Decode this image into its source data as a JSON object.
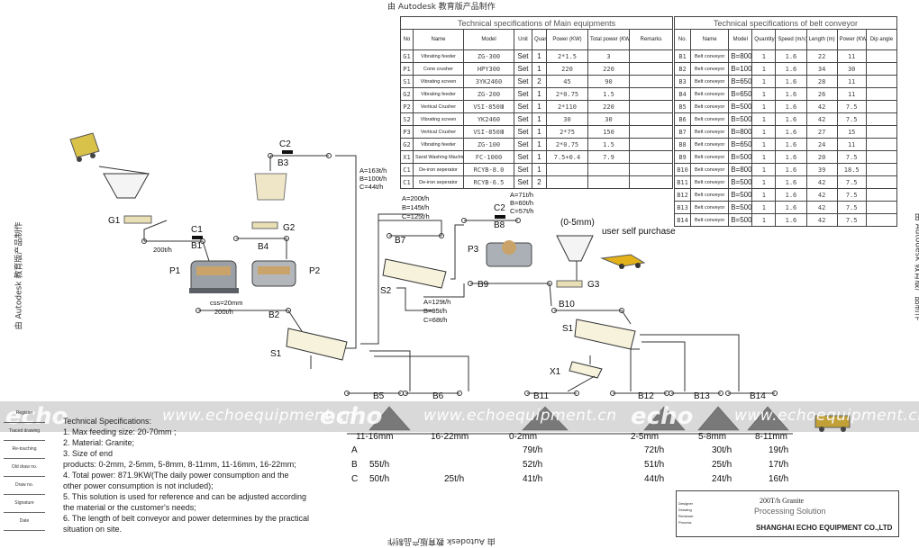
{
  "stamp": "由 Autodesk 教育版产品制作",
  "watermark": {
    "logo": "echo",
    "text": "www.echoequipment.cn"
  },
  "main_table": {
    "title": "Technical specifications of Main equipments",
    "headers": [
      "No",
      "Name",
      "Model",
      "Unit",
      "Quantity",
      "Power (KW)",
      "Total power (KW)",
      "Remarks"
    ],
    "rows": [
      [
        "G1",
        "Vibrating feeder",
        "ZG-300",
        "Set",
        "1",
        "2*1.5",
        "3",
        ""
      ],
      [
        "P1",
        "Cone crusher",
        "HPY300",
        "Set",
        "1",
        "220",
        "220",
        ""
      ],
      [
        "S1",
        "Vibrating screen",
        "3YK2460",
        "Set",
        "2",
        "45",
        "90",
        ""
      ],
      [
        "G2",
        "Vibrating feeder",
        "ZG-200",
        "Set",
        "1",
        "2*0.75",
        "1.5",
        ""
      ],
      [
        "P2",
        "Vertical Crusher",
        "VSI-850Ⅲ",
        "Set",
        "1",
        "2*110",
        "220",
        ""
      ],
      [
        "S2",
        "Vibrating screen",
        "YK2460",
        "Set",
        "1",
        "30",
        "30",
        ""
      ],
      [
        "P3",
        "Vertical Crusher",
        "VSI-850Ⅲ",
        "Set",
        "1",
        "2*75",
        "150",
        ""
      ],
      [
        "G2",
        "Vibrating feeder",
        "ZG-100",
        "Set",
        "1",
        "2*0.75",
        "1.5",
        ""
      ],
      [
        "X1",
        "Sand Washing Machine",
        "FC-1000",
        "Set",
        "1",
        "7.5+0.4",
        "7.9",
        ""
      ],
      [
        "C1",
        "De-iron seperator",
        "RCYB-8.0",
        "Set",
        "1",
        "",
        "",
        ""
      ],
      [
        "C1",
        "De-iron seperator",
        "RCYB-6.5",
        "Set",
        "2",
        "",
        "",
        ""
      ]
    ]
  },
  "belt_table": {
    "title": "Technical specifications of belt conveyor",
    "headers": [
      "No.",
      "Name",
      "Model",
      "Quantity",
      "Speed (m/s)",
      "Length (m)",
      "Power (KW)",
      "Dip angle"
    ],
    "rows": [
      [
        "B1",
        "Belt conveyor",
        "B=800",
        "1",
        "1.6",
        "22",
        "11",
        ""
      ],
      [
        "B2",
        "Belt conveyor",
        "B=1000",
        "1",
        "1.6",
        "34",
        "30",
        ""
      ],
      [
        "B3",
        "Belt conveyor",
        "B=650",
        "1",
        "1.6",
        "28",
        "11",
        ""
      ],
      [
        "B4",
        "Belt conveyor",
        "B=650",
        "1",
        "1.6",
        "26",
        "11",
        ""
      ],
      [
        "B5",
        "Belt conveyor",
        "B=500",
        "1",
        "1.6",
        "42",
        "7.5",
        ""
      ],
      [
        "B6",
        "Belt conveyor",
        "B=500",
        "1",
        "1.6",
        "42",
        "7.5",
        ""
      ],
      [
        "B7",
        "Belt conveyor",
        "B=800",
        "1",
        "1.6",
        "27",
        "15",
        ""
      ],
      [
        "B8",
        "Belt conveyor",
        "B=650",
        "1",
        "1.6",
        "24",
        "11",
        ""
      ],
      [
        "B9",
        "Belt conveyor",
        "B=500",
        "1",
        "1.6",
        "20",
        "7.5",
        ""
      ],
      [
        "B10",
        "Belt conveyor",
        "B=800",
        "1",
        "1.6",
        "39",
        "18.5",
        ""
      ],
      [
        "B11",
        "Belt conveyor",
        "B=500",
        "1",
        "1.6",
        "42",
        "7.5",
        ""
      ],
      [
        "B12",
        "Belt conveyor",
        "B=500",
        "1",
        "1.6",
        "42",
        "7.5",
        ""
      ],
      [
        "B13",
        "Belt conveyor",
        "B=500",
        "1",
        "1.6",
        "42",
        "7.5",
        ""
      ],
      [
        "B14",
        "Belt conveyor",
        "B=500",
        "1",
        "1.6",
        "42",
        "7.5",
        ""
      ]
    ]
  },
  "labels": [
    {
      "name": "label-g1",
      "text": "G1",
      "cls": "lbl"
    },
    {
      "name": "label-c1",
      "text": "C1",
      "cls": "lbl"
    },
    {
      "name": "label-b1",
      "text": "B1",
      "cls": "lbl"
    },
    {
      "name": "flow-200-a",
      "text": "200t/h",
      "cls": "flow"
    },
    {
      "name": "label-p1",
      "text": "P1",
      "cls": "lbl"
    },
    {
      "name": "label-p2",
      "text": "P2",
      "cls": "lbl"
    },
    {
      "name": "label-b4",
      "text": "B4",
      "cls": "lbl"
    },
    {
      "name": "label-g2",
      "text": "G2",
      "cls": "lbl"
    },
    {
      "name": "label-c2-top",
      "text": "C2",
      "cls": "lbl"
    },
    {
      "name": "label-b3",
      "text": "B3",
      "cls": "lbl"
    },
    {
      "name": "flow-css",
      "text": "css=20mm",
      "cls": "flow"
    },
    {
      "name": "flow-200-b",
      "text": "200t/h",
      "cls": "flow"
    },
    {
      "name": "label-b2",
      "text": "B2",
      "cls": "lbl"
    },
    {
      "name": "label-s1-left",
      "text": "S1",
      "cls": "lbl"
    },
    {
      "name": "flow-a163",
      "text": "A=163t/h",
      "cls": "flow"
    },
    {
      "name": "flow-b100",
      "text": "B=100t/h",
      "cls": "flow"
    },
    {
      "name": "flow-c44",
      "text": "C=44t/h",
      "cls": "flow"
    },
    {
      "name": "flow-a200",
      "text": "A=200t/h",
      "cls": "flow"
    },
    {
      "name": "flow-b145",
      "text": "B=145t/h",
      "cls": "flow"
    },
    {
      "name": "flow-c125",
      "text": "C=125t/h",
      "cls": "flow"
    },
    {
      "name": "label-b7",
      "text": "B7",
      "cls": "lbl"
    },
    {
      "name": "label-s2",
      "text": "S2",
      "cls": "lbl"
    },
    {
      "name": "label-c2-mid",
      "text": "C2",
      "cls": "lbl"
    },
    {
      "name": "flow-a71",
      "text": "A=71t/h",
      "cls": "flow"
    },
    {
      "name": "flow-b60",
      "text": "B=60t/h",
      "cls": "flow"
    },
    {
      "name": "flow-c57",
      "text": "C=57t/h",
      "cls": "flow"
    },
    {
      "name": "label-b8",
      "text": "B8",
      "cls": "lbl"
    },
    {
      "name": "label-p3",
      "text": "P3",
      "cls": "lbl"
    },
    {
      "name": "label-user-size",
      "text": "(0-5mm)",
      "cls": "lbl"
    },
    {
      "name": "label-user-purchase",
      "text": "user self purchase",
      "cls": "lbl"
    },
    {
      "name": "label-b9",
      "text": "B9",
      "cls": "lbl"
    },
    {
      "name": "label-g3",
      "text": "G3",
      "cls": "lbl"
    },
    {
      "name": "flow-a129",
      "text": "A=129t/h",
      "cls": "flow"
    },
    {
      "name": "flow-b85",
      "text": "B=85t/h",
      "cls": "flow"
    },
    {
      "name": "flow-c68",
      "text": "C=68t/h",
      "cls": "flow"
    },
    {
      "name": "label-b10",
      "text": "B10",
      "cls": "lbl"
    },
    {
      "name": "label-s1-right",
      "text": "S1",
      "cls": "lbl"
    },
    {
      "name": "label-x1",
      "text": "X1",
      "cls": "lbl"
    },
    {
      "name": "label-b5",
      "text": "B5",
      "cls": "lbl"
    },
    {
      "name": "label-b6",
      "text": "B6",
      "cls": "lbl"
    },
    {
      "name": "label-b11",
      "text": "B11",
      "cls": "lbl"
    },
    {
      "name": "label-b12",
      "text": "B12",
      "cls": "lbl"
    },
    {
      "name": "label-b13",
      "text": "B13",
      "cls": "lbl"
    },
    {
      "name": "label-b14",
      "text": "B14",
      "cls": "lbl"
    }
  ],
  "products": {
    "sizes": [
      "11-16mm",
      "16-22mm",
      "0-2mm",
      "2-5mm",
      "5-8mm",
      "8-11mm"
    ],
    "row_labels": [
      "A",
      "B",
      "C"
    ],
    "rows": [
      [
        "",
        "",
        "79t/h",
        "72t/h",
        "30t/h",
        "19t/h"
      ],
      [
        "55t/h",
        "",
        "52t/h",
        "51t/h",
        "25t/h",
        "17t/h"
      ],
      [
        "50t/h",
        "25t/h",
        "41t/h",
        "44t/h",
        "24t/h",
        "16t/h"
      ]
    ]
  },
  "left_column": [
    "Register",
    "Traced drawing",
    "Re-touching",
    "Old draw no.",
    "Draw no.",
    "Signature",
    "Date"
  ],
  "specs": [
    "Technical Specifications:",
    "1. Max feeding size:       20-70mm ;",
    "2. Material:        Granite;",
    "3. Size of end",
    "products: 0-2mm, 2-5mm, 5-8mm, 8-11mm, 11-16mm, 16-22mm;",
    "4. Total power:          871.9KW(The daily power consumption and the",
    "    other power consumption is not included);",
    "5. This solution is used for reference and can be adjusted according",
    "    the material or the customer's needs;",
    "6. The length of belt conveyor and power determines by the practical",
    "    situation on site."
  ],
  "title_block": {
    "line1": "200T/h Granite",
    "line2": "Processing Solution",
    "company": "SHANGHAI ECHO EQUIPMENT CO.,LTD",
    "cells": [
      "Designer",
      "Drawing",
      "Reviewer",
      "Process"
    ]
  }
}
